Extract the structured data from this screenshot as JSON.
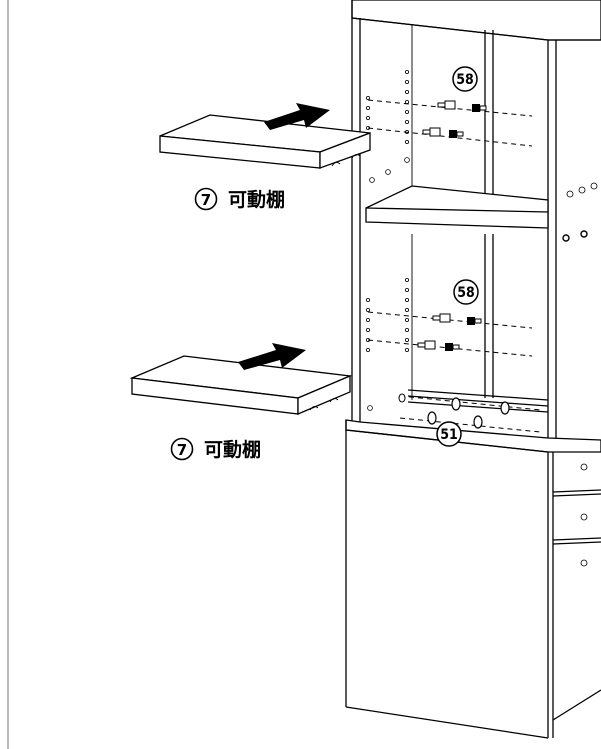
{
  "labels": {
    "shelf_upper": {
      "number": "7",
      "name": "可動棚"
    },
    "shelf_lower": {
      "number": "7",
      "name": "可動棚"
    }
  },
  "callouts": {
    "upper_pins": "58",
    "lower_pins": "58",
    "base_fitting": "51"
  }
}
